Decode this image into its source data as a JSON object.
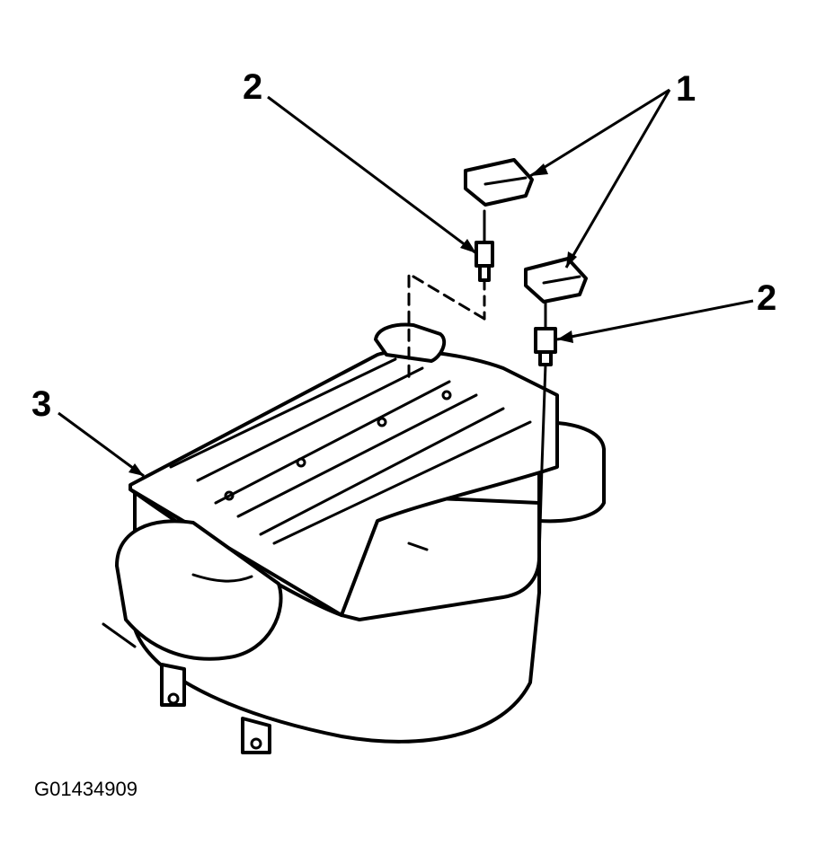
{
  "callouts": {
    "c1": "1",
    "c2a": "2",
    "c2b": "2",
    "c3": "3"
  },
  "figure_id": "G01434909",
  "parts": {
    "1": "electrical-connector",
    "2": "sensor",
    "3": "air-cleaner-housing"
  }
}
